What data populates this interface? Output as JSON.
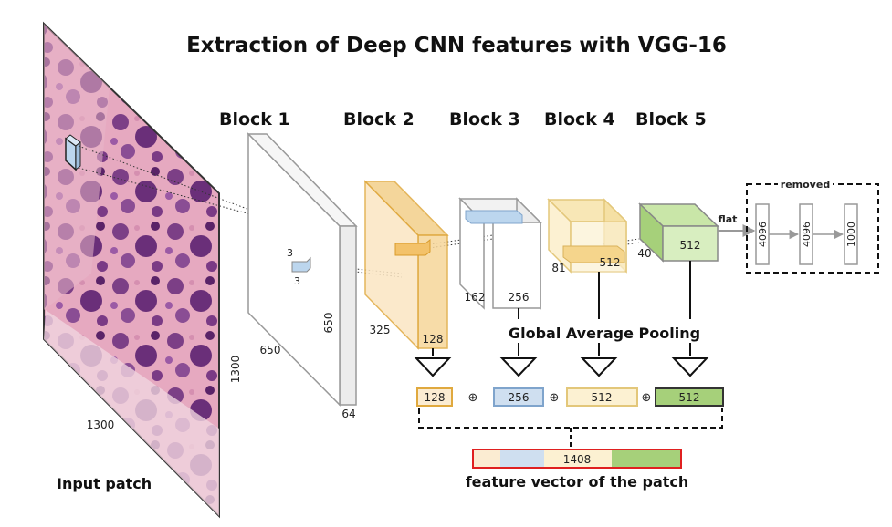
{
  "title": "Extraction of Deep CNN features with VGG-16",
  "blocks": [
    "Block 1",
    "Block 2",
    "Block 3",
    "Block 4",
    "Block 5"
  ],
  "input": {
    "label": "Input patch",
    "width": "1300",
    "height": "1300"
  },
  "block1": {
    "kernel_w": "3",
    "kernel_h": "3",
    "height": "650",
    "width": "650",
    "depth": "64"
  },
  "block2": {
    "width": "325",
    "depth": "128"
  },
  "block3": {
    "width": "162",
    "depth": "256"
  },
  "block4": {
    "width": "81",
    "depth": "512"
  },
  "block5": {
    "width": "40",
    "depth": "512"
  },
  "classifier": {
    "flat_label": "flat",
    "removed_label": "removed",
    "layers": [
      "4096",
      "4096",
      "1000"
    ]
  },
  "pooling_label": "Global Average Pooling",
  "pooled_vectors": [
    "128",
    "256",
    "512",
    "512"
  ],
  "concat_symbol": "⊕",
  "feature_vector": {
    "size": "1408",
    "label": "feature vector of the patch"
  },
  "colors": {
    "block2": "#e8b04a",
    "block3": "#b8cde6",
    "block4": "#f3dea0",
    "block5": "#a9d47c",
    "feature_border": "#e02020"
  }
}
